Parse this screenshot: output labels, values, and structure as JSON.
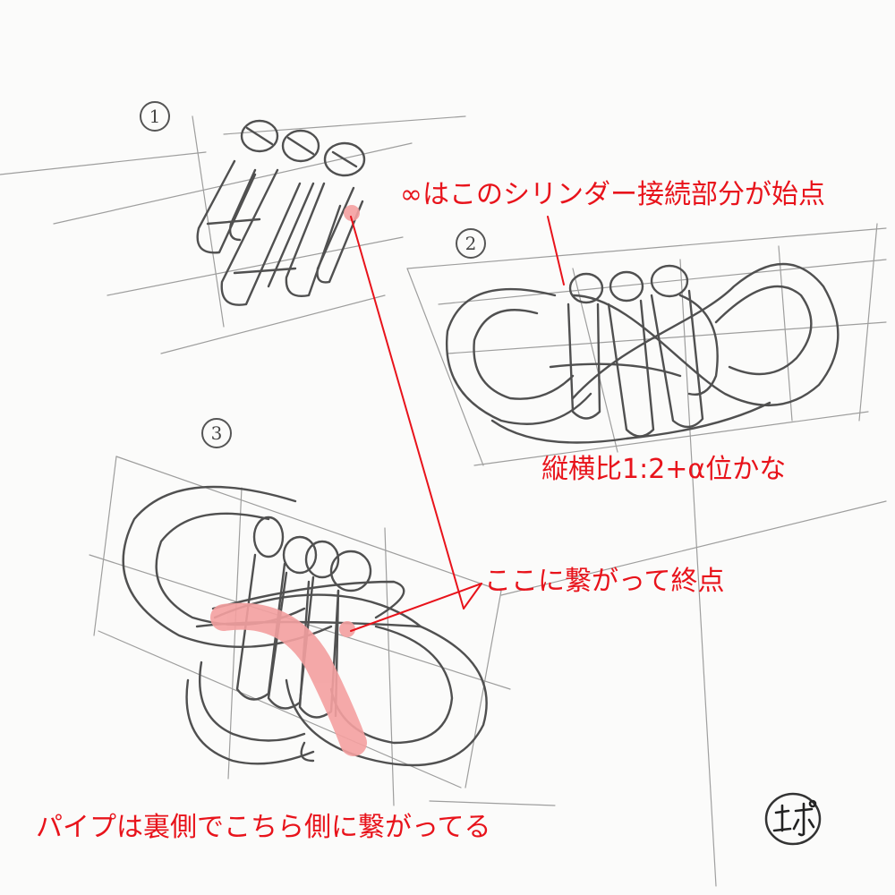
{
  "annotations": {
    "cylinder_start": "∞はこのシリンダー接続部分が始点",
    "aspect_ratio": "縦横比1:2+α位かな",
    "connect_end": "ここに繋がって終点",
    "pipe_back": "パイプは裏側でこちら側に繋がってる"
  },
  "steps": [
    "1",
    "2",
    "3"
  ],
  "colors": {
    "annotation_red": "#e8131b",
    "highlight_pink": "#f4a0a0",
    "pencil": "#555555"
  }
}
